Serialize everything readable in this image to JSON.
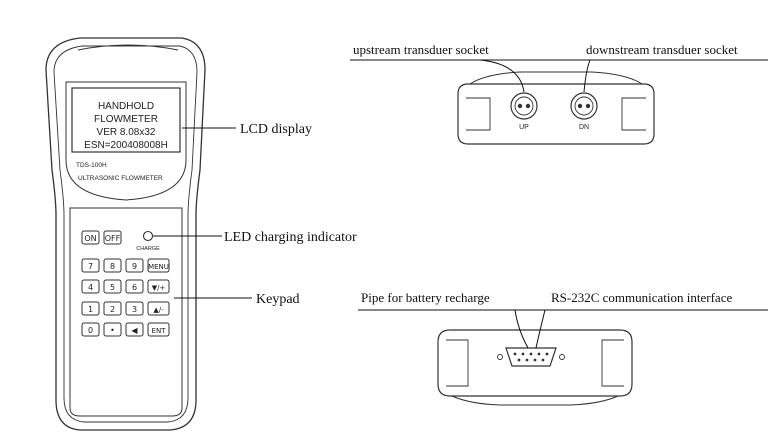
{
  "lcd": {
    "line1": "HANDHOLD",
    "line2": "FLOWMETER",
    "line3": "VER 8.08x32",
    "line4": "ESN=200408008H"
  },
  "device": {
    "model": "TDS-100H",
    "subtitle": "ULTRASONIC FLOWMETER",
    "charge_label": "CHARGE"
  },
  "keys": {
    "on": "ON",
    "off": "OFF",
    "k7": "7",
    "k8": "8",
    "k9": "9",
    "menu": "MENU",
    "k4": "4",
    "k5": "5",
    "k6": "6",
    "down_plus": "▼/+",
    "k1": "1",
    "k2": "2",
    "k3": "3",
    "up_minus": "▲/-",
    "k0": "0",
    "dot": "•",
    "back": "◀",
    "ent": "ENT"
  },
  "callouts": {
    "lcd_display": "LCD display",
    "led_indicator": "LED charging indicator",
    "keypad": "Keypad",
    "upstream": "upstream transduer socket",
    "downstream": "downstream transduer socket",
    "pipe": "Pipe for battery recharge",
    "rs232": "RS-232C communication interface"
  },
  "sockets": {
    "up": "UP",
    "dn": "DN"
  }
}
